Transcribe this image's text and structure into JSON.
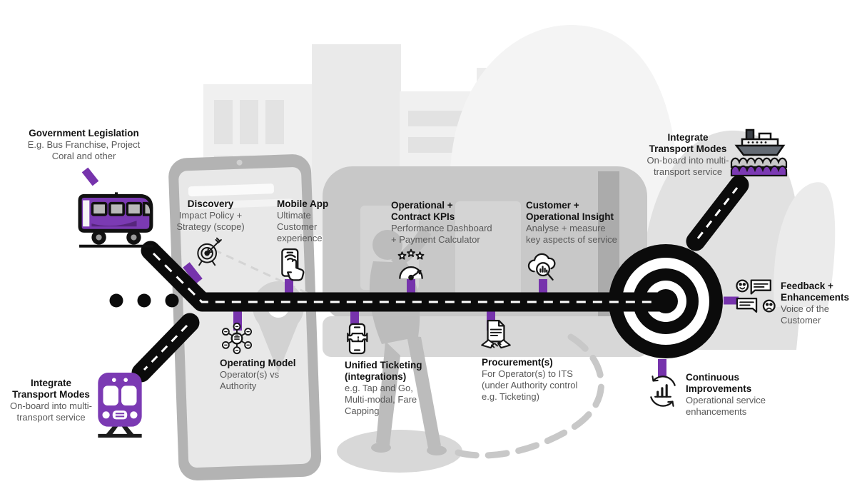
{
  "colors": {
    "accent_purple": "#7633ac",
    "vehicle_purple": "#7b3ab3",
    "road_black": "#0b0b0b",
    "subtitle_gray": "#595959",
    "watermark_gray": "#d9d9d9"
  },
  "stages": {
    "government": {
      "title": "Government Legislation",
      "lines": [
        "E.g. Bus Franchise, Project",
        "Coral and other"
      ]
    },
    "discovery": {
      "title": "Discovery",
      "lines": [
        "Impact Policy +",
        "Strategy (scope)"
      ]
    },
    "mobile_app": {
      "title": "Mobile App",
      "lines": [
        "Ultimate",
        "Customer",
        "experience"
      ]
    },
    "operational_kpis": {
      "title_lines": [
        "Operational +",
        "Contract KPIs"
      ],
      "lines": [
        "Performance Dashboard",
        "+ Payment Calculator"
      ]
    },
    "customer_insight": {
      "title_lines": [
        "Customer +",
        "Operational Insight"
      ],
      "lines": [
        "Analyse + measure",
        "key aspects of service"
      ]
    },
    "integrate_top": {
      "title_lines": [
        "Integrate",
        "Transport Modes"
      ],
      "lines": [
        "On-board into multi-",
        "transport service"
      ]
    },
    "feedback": {
      "title_lines": [
        "Feedback +",
        "Enhancements"
      ],
      "lines": [
        "Voice of the",
        "Customer"
      ]
    },
    "continuous": {
      "title_lines": [
        "Continuous",
        "Improvements"
      ],
      "lines": [
        "Operational service",
        "enhancements"
      ]
    },
    "operating_model": {
      "title": "Operating Model",
      "lines": [
        "Operator(s) vs",
        "Authority"
      ]
    },
    "unified_ticketing": {
      "title_lines": [
        "Unified Ticketing",
        "(integrations)"
      ],
      "lines": [
        "e.g. Tap and Go,",
        "Multi-modal, Fare",
        "Capping"
      ]
    },
    "procurement": {
      "title": "Procurement(s)",
      "lines": [
        "For Operator(s) to ITS",
        "(under Authority control",
        "e.g. Ticketing)"
      ]
    },
    "integrate_bottom": {
      "title_lines": [
        "Integrate",
        "Transport Modes"
      ],
      "lines": [
        "On-board into multi-",
        "transport service"
      ]
    }
  },
  "icons": {
    "government": "bus-icon",
    "discovery": "dartboard-arrow-icon",
    "mobile_app": "phone-touch-icon",
    "operational_kpis": "gauge-stars-icon",
    "customer_insight": "cloud-analytics-magnifier-icon",
    "integrate_top": "ferry-ship-icon",
    "feedback": "chat-faces-icon",
    "continuous": "cycle-bar-chart-icon",
    "operating_model": "network-hub-icon",
    "unified_ticketing": "phone-ticket-icon",
    "procurement": "contract-handshake-icon",
    "integrate_bottom": "train-icon",
    "goal": "bullseye-target",
    "path": "road-with-dashes"
  }
}
